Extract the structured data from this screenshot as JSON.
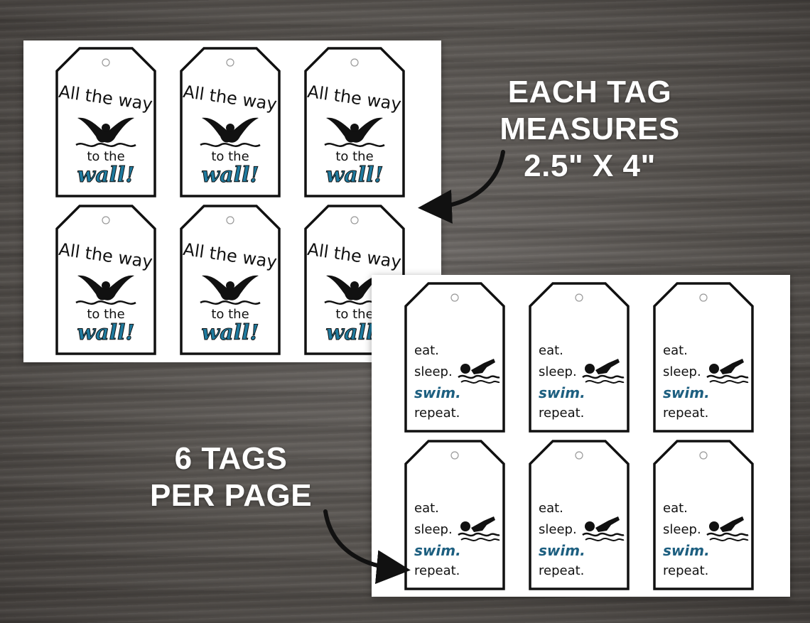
{
  "tag_set_a": {
    "line1": "All the way",
    "line2": "to the",
    "line3": "wall!",
    "accent_color": "#1f7a9e",
    "icon": "butterfly-swimmer-icon",
    "count": 6
  },
  "tag_set_b": {
    "line1": "eat.",
    "line2": "sleep.",
    "line3": "swim.",
    "line4": "repeat.",
    "accent_color": "#1d5f80",
    "icon": "freestyle-swimmer-icon",
    "count": 6
  },
  "captions": {
    "size": [
      "EACH TAG",
      "MEASURES",
      "2.5\" X 4\""
    ],
    "count": [
      "6 TAGS",
      "PER PAGE"
    ]
  }
}
